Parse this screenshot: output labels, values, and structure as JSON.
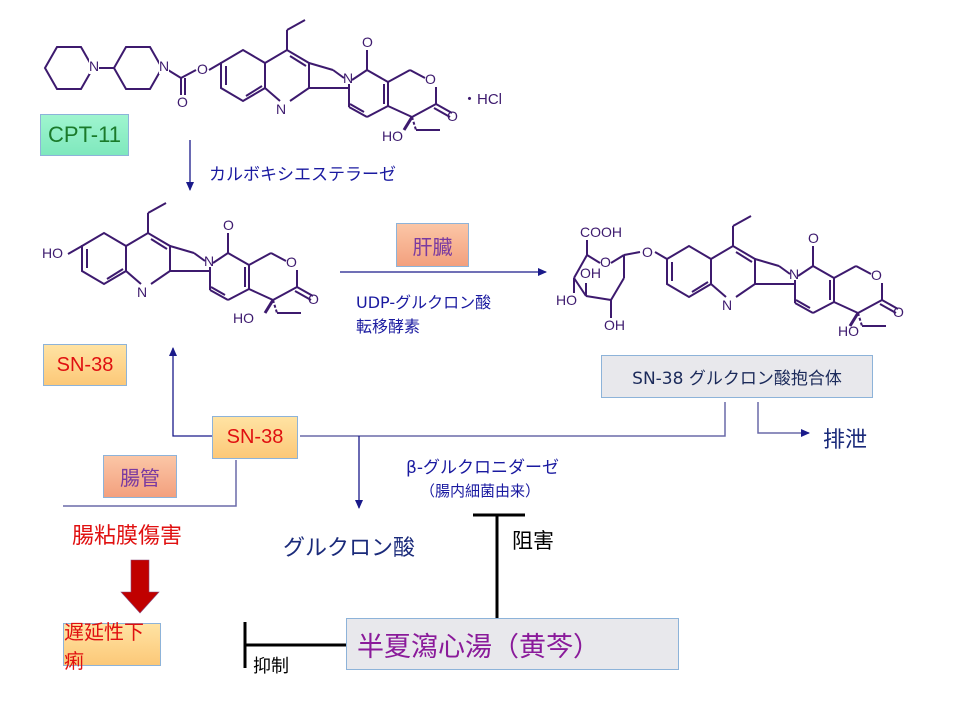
{
  "compounds": {
    "cpt11": {
      "label": "CPT-11",
      "salt": "・HCl"
    },
    "sn38": {
      "label": "SN-38"
    },
    "glucuronide": {
      "label": "SN-38 グルクロン酸抱合体"
    }
  },
  "atoms": {
    "N": "N",
    "O": "O",
    "HO": "HO",
    "OH": "OH",
    "COOH": "COOH"
  },
  "enzymes": {
    "carboxylesterase": "カルボキシエステラーゼ",
    "ugt_line1": "UDP-グルクロン酸",
    "ugt_line2": "転移酵素",
    "beta_glucuronidase_line1": "β-グルクロニダーゼ",
    "beta_glucuronidase_line2": "（腸内細菌由来）"
  },
  "locations": {
    "liver": "肝臓",
    "intestine": "腸管"
  },
  "flow": {
    "sn38_intestine": "SN-38",
    "glucuronic_acid": "グルクロン酸",
    "excretion": "排泄",
    "mucosal_damage": "腸粘膜傷害",
    "delayed_diarrhea": "遅延性下痢",
    "inhibition": "阻害",
    "suppression": "抑制",
    "herbal_medicine": "半夏瀉心湯（黄芩）"
  },
  "colors": {
    "structure": "#3d1a6e",
    "arrow": "#1a1a8a",
    "flow_line": "#6a6aa8",
    "red_arrow": "#c00000",
    "inhibit_line": "#000000"
  }
}
